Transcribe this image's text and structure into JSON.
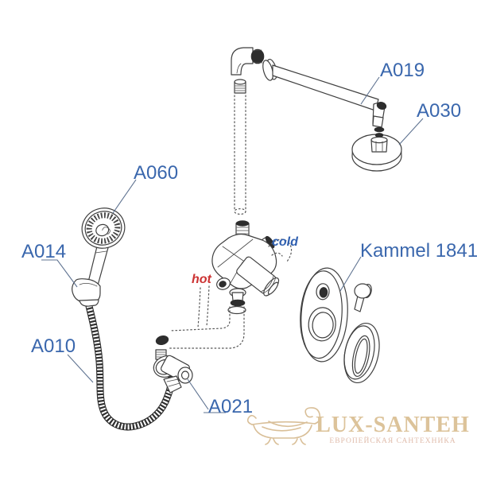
{
  "labels": {
    "a019": "A019",
    "a030": "A030",
    "a060": "A060",
    "a014": "A014",
    "a010": "A010",
    "a021": "A021",
    "kammel": "Kammel 1841"
  },
  "annotations": {
    "hot": "hot",
    "cold": "cold"
  },
  "colors": {
    "label": "#3a67ad",
    "hot": "#cc3333",
    "cold": "#3060b0",
    "line": "#3f3f3f",
    "watermark_gold": "#dcc39a",
    "watermark_sub": "#e0bcab"
  },
  "watermark": {
    "brand": "LUX-SANTEH",
    "tagline": "ЕВРОПЕЙСКАЯ САНТЕХНИКА"
  }
}
